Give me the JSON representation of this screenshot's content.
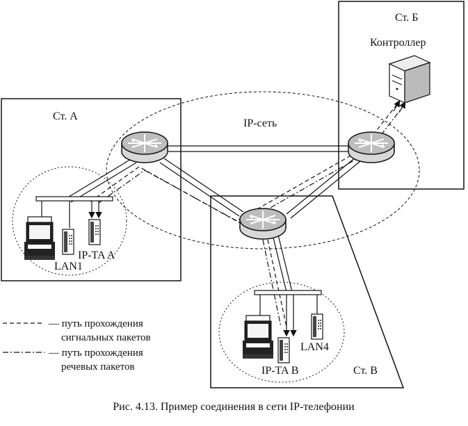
{
  "stations": {
    "a": "Ст. А",
    "b": "Ст. Б",
    "v": "Ст. В"
  },
  "network_label": "IP-сеть",
  "controller_label": "Контроллер",
  "lan1_label": "LAN1",
  "lan4_label": "LAN4",
  "ipta_a_label": "IP-TA A",
  "ipta_b_label": "IP-TA B",
  "legend": {
    "signal_line1": "— путь прохождения",
    "signal_line2": "сигнальных пакетов",
    "voice_line1": "— путь прохождения",
    "voice_line2": "речевых пакетов"
  },
  "caption": "Рис. 4.13. Пример соединения в сети IP-телефонии"
}
